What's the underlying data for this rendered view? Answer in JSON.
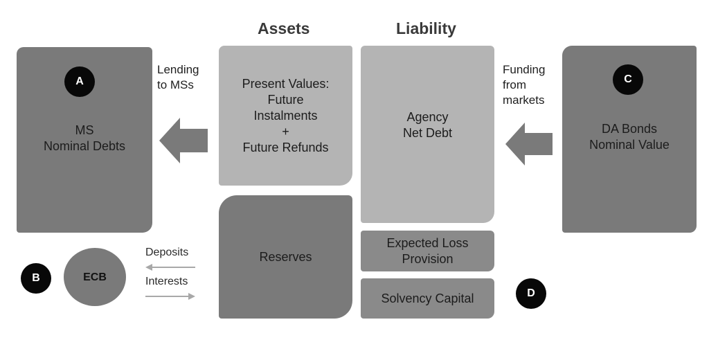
{
  "headings": {
    "assets": "Assets",
    "liability": "Liability"
  },
  "markers": {
    "a": "A",
    "b": "B",
    "c": "C",
    "d": "D"
  },
  "boxes": {
    "ms_nominal_debts": "MS\nNominal Debts",
    "present_values": "Present Values:\nFuture\nInstalments\n+\nFuture Refunds",
    "agency_net_debt": "Agency\nNet Debt",
    "da_bonds": "DA Bonds\nNominal Value",
    "reserves": "Reserves",
    "expected_loss": "Expected Loss\nProvision",
    "solvency_capital": "Solvency Capital"
  },
  "ecb": {
    "label": "ECB"
  },
  "flows": {
    "lending": "Lending\nto MSs",
    "funding": "Funding\nfrom\nmarkets",
    "deposits": "Deposits",
    "interests": "Interests"
  },
  "colors": {
    "dark_box": "#7a7a7a",
    "mid_box": "#8a8a8a",
    "light_box": "#b4b4b4",
    "marker": "#080808",
    "arrow": "#7a7a7a",
    "thin_arrow": "#a8a8a8"
  }
}
